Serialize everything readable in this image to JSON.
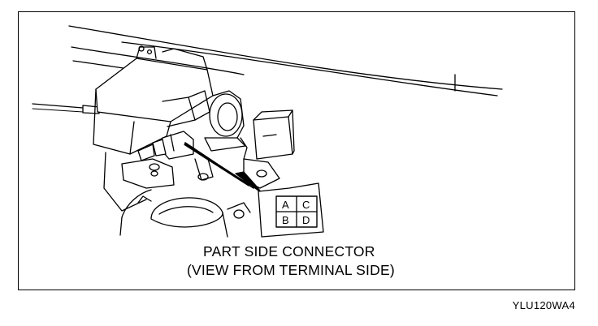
{
  "caption": {
    "line1": "PART SIDE CONNECTOR",
    "line2": "(VIEW FROM TERMINAL SIDE)"
  },
  "figure_code": "YLU120WA4",
  "connector": {
    "pins": [
      "A",
      "C",
      "B",
      "D"
    ]
  }
}
